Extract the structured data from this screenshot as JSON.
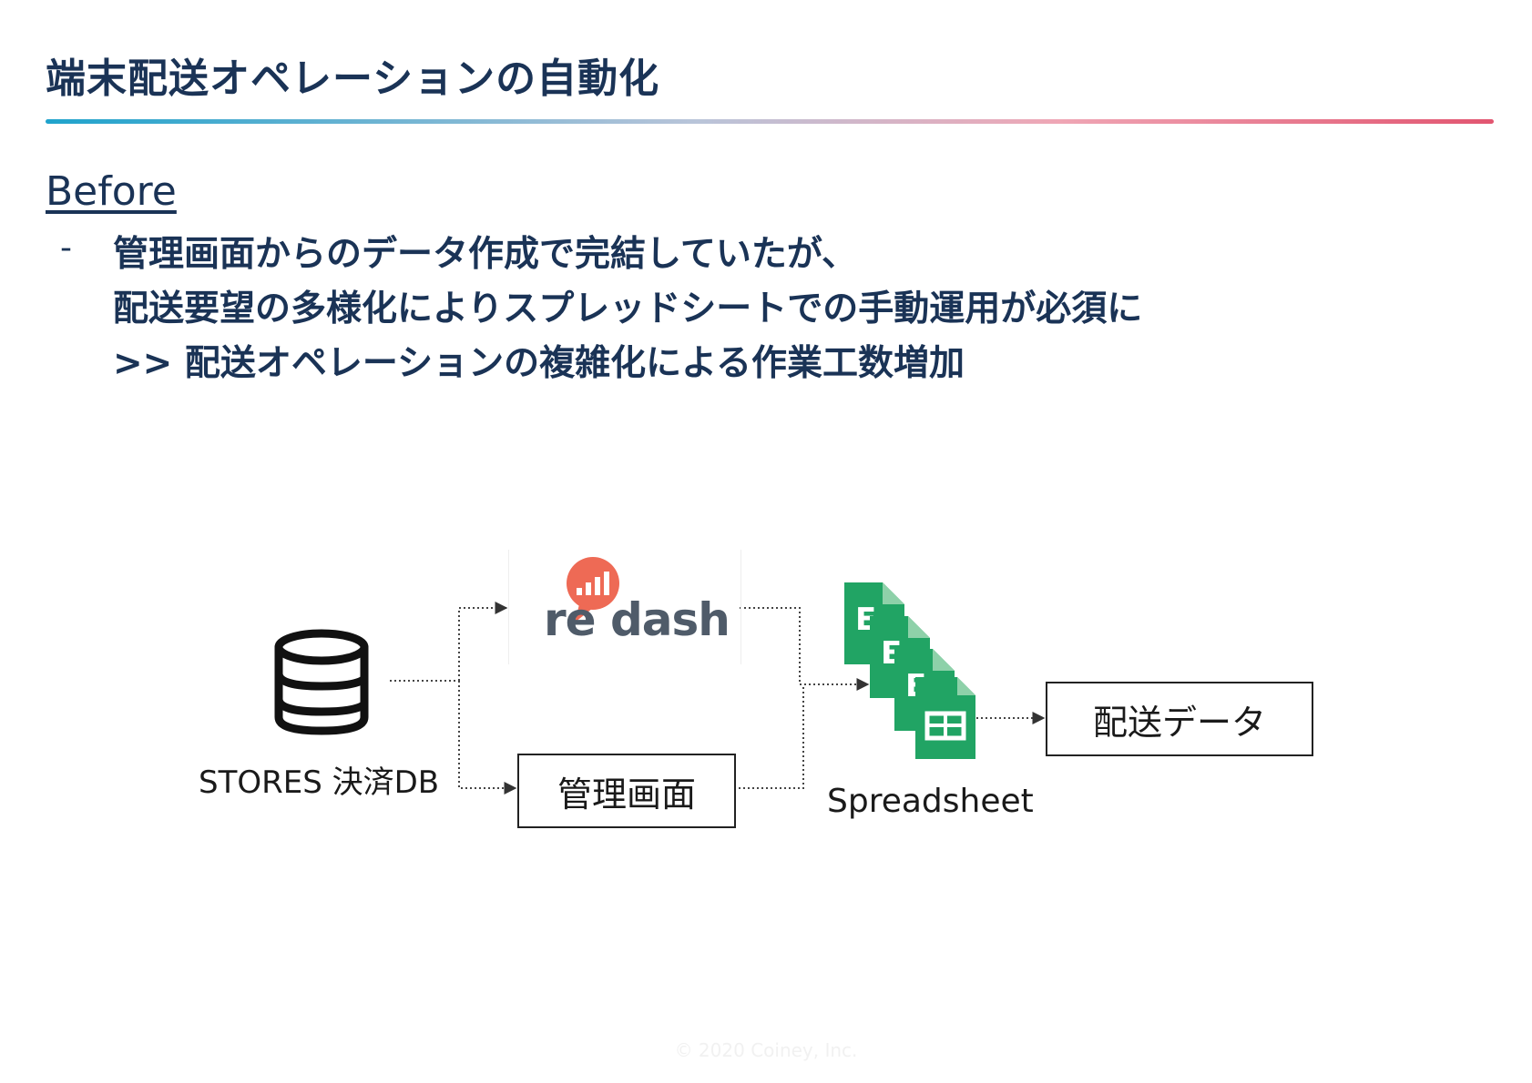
{
  "slide": {
    "title": "端末配送オペレーションの自動化",
    "section_label": "Before",
    "bullet_marker": "-",
    "lines": [
      "管理画面からのデータ作成で完結していたが、",
      "配送要望の多様化によりスプレッドシートでの手動運用が必須に",
      ">> 配送オペレーションの複雑化による作業工数増加"
    ],
    "footer": "© 2020 Coiney, Inc."
  },
  "diagram": {
    "database": {
      "label": "STORES 決済DB",
      "icon": "database-icon"
    },
    "redash": {
      "wordmark": "re dash",
      "icon": "redash-logo-icon"
    },
    "admin_screen": {
      "label": "管理画面"
    },
    "spreadsheet": {
      "label": "Spreadsheet",
      "icon": "google-sheets-icon",
      "stack_count": 4
    },
    "output": {
      "label": "配送データ"
    }
  },
  "colors": {
    "title_text": "#1a3356",
    "rule_gradient": [
      "#1fa3cc",
      "#b9c4d9",
      "#efa6b5",
      "#e25570"
    ],
    "redash_red": "#ee6a55",
    "sheets_green": "#21a464",
    "sheets_fold": "#8ed1a9"
  }
}
